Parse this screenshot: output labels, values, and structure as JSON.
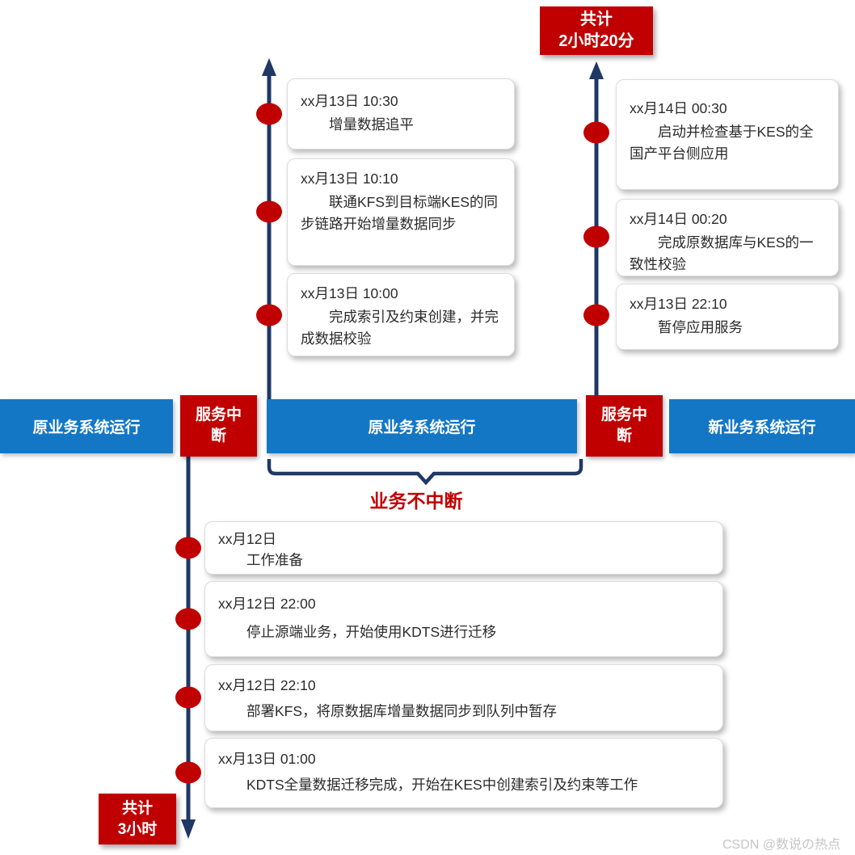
{
  "colors": {
    "bar_blue": "#1377c6",
    "accent_red": "#c00000",
    "timeline_navy": "#1f3864",
    "watermark_gray": "#c6c6c6"
  },
  "top_total_badge": {
    "line1": "共计",
    "line2": "2小时20分"
  },
  "bottom_total_badge": {
    "line1": "共计",
    "line2": "3小时"
  },
  "left_timeline": {
    "events": [
      {
        "date": "xx月13日 10:30",
        "desc": "增量数据追平"
      },
      {
        "date": "xx月13日 10:10",
        "desc": "联通KFS到目标端KES的同步链路开始增量数据同步"
      },
      {
        "date": "xx月13日 10:00",
        "desc": "完成索引及约束创建，并完成数据校验"
      }
    ]
  },
  "right_timeline": {
    "events": [
      {
        "date": "xx月14日 00:30",
        "desc": "启动并检查基于KES的全国产平台侧应用"
      },
      {
        "date": "xx月14日 00:20",
        "desc": "完成原数据库与KES的一致性校验"
      },
      {
        "date": "xx月13日 22:10",
        "desc": "暂停应用服务"
      }
    ]
  },
  "bottom_timeline": {
    "events": [
      {
        "date": "xx月12日",
        "desc": "工作准备"
      },
      {
        "date": "xx月12日 22:00",
        "desc": "停止源端业务，开始使用KDTS进行迁移"
      },
      {
        "date": "xx月12日 22:10",
        "desc": "部署KFS，将原数据库增量数据同步到队列中暂存"
      },
      {
        "date": "xx月13日 01:00",
        "desc": "KDTS全量数据迁移完成，开始在KES中创建索引及约束等工作"
      }
    ]
  },
  "bar": {
    "segments": [
      {
        "label": "原业务系统运行",
        "type": "running"
      },
      {
        "label": "服务中断",
        "type": "interruption"
      },
      {
        "label": "原业务系统运行",
        "type": "running"
      },
      {
        "label": "服务中断",
        "type": "interruption"
      },
      {
        "label": "新业务系统运行",
        "type": "running"
      }
    ]
  },
  "no_interruption_label": "业务不中断",
  "watermark": "CSDN @数说の热点"
}
